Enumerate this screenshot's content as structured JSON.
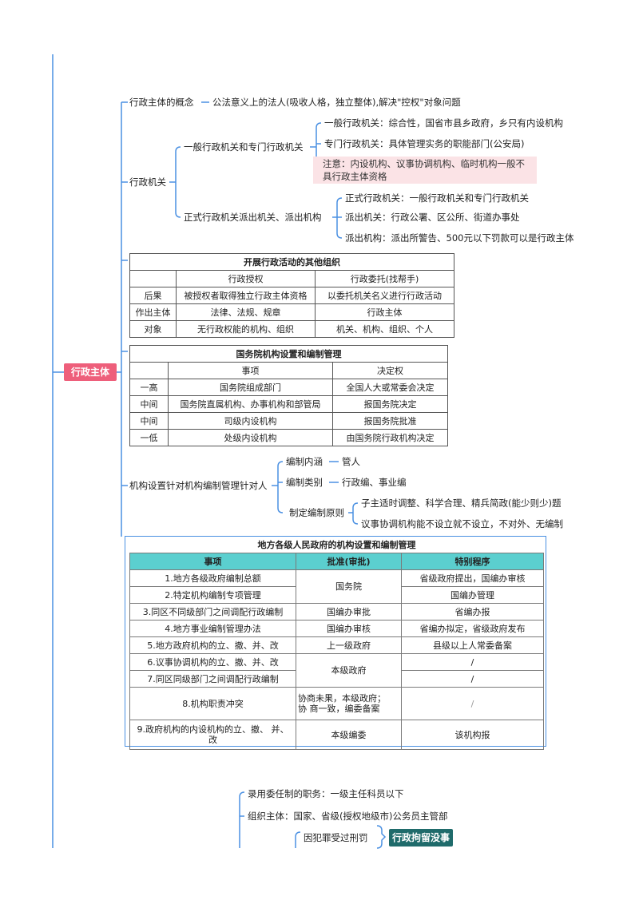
{
  "root": "行政主体",
  "branches": {
    "concept": {
      "label": "行政主体的概念",
      "child": "公法意义上的法人(吸收人格，独立整体),解决\"控权\"对象问题"
    },
    "organ": {
      "label": "行政机关",
      "general": {
        "label": "一般行政机关和专门行政机关",
        "items": [
          "一般行政机关：综合性，国省市县乡政府，乡只有内设机构",
          "专门行政机关：具体管理实务的职能部门(公安局)"
        ],
        "note_line1": "注意：内设机构、议事协调机构、临时机构一般不",
        "note_line2": "具行政主体资格"
      },
      "formal": {
        "label": "正式行政机关派出机关、派出机构",
        "items": [
          "正式行政机关：一般行政机关和专门行政机关",
          "派出机关：行政公署、区公所、街道办事处",
          "派出机构：派出所警告、500元以下罚款可以是行政主体"
        ]
      }
    },
    "staffing": {
      "label": "机构设置针对机构编制管理针对人",
      "content": {
        "label": "编制内涵",
        "value": "管人"
      },
      "category": {
        "label": "编制类别",
        "value": "行政编、事业编"
      },
      "principle": {
        "label": "制定编制原则",
        "items": [
          "子主适时调整、科学合理、精兵简政(能少则少)题",
          "议事协调机构能不设立就不设立，不对外、无编制"
        ]
      }
    }
  },
  "table1": {
    "title": "开展行政活动的其他组织",
    "headers": [
      "",
      "行政授权",
      "行政委托(找帮手)"
    ],
    "rows": [
      [
        "后果",
        "被授权者取得独立行政主体资格",
        "以委托机关名义进行行政活动"
      ],
      [
        "作出主体",
        "法律、法规、规章",
        "行政主体"
      ],
      [
        "对象",
        "无行政权能的机构、组织",
        "机关、机构、组织、个人"
      ]
    ]
  },
  "table2": {
    "title": "国务院机构设置和编制管理",
    "headers": [
      "",
      "事项",
      "决定权"
    ],
    "rows": [
      [
        "一高",
        "国务院组成部门",
        "全国人大或常委会决定"
      ],
      [
        "中间",
        "国务院直属机构、办事机构和部管局",
        "报国务院决定"
      ],
      [
        "中间",
        "司级内设机构",
        "报国务院批准"
      ],
      [
        "一低",
        "处级内设机构",
        "由国务院行政机构决定"
      ]
    ]
  },
  "table3": {
    "title": "地方各级人民政府的机构设置和编制管理",
    "headers": [
      "事项",
      "批准(审批)",
      "特别程序"
    ],
    "rows": [
      {
        "item": "1.地方各级政府编制总额",
        "approve": "国务院",
        "special": "省级政府提出，国编办审核"
      },
      {
        "item": "2.特定机构编制专项管理",
        "special": "国编办管理"
      },
      {
        "item": "3.同区不同级部门之间调配行政编制",
        "approve": "国编办审批",
        "special": "省编办报"
      },
      {
        "item": "4.地方事业编制管理办法",
        "approve": "国编办审核",
        "special": "省编办拟定，省级政府发布"
      },
      {
        "item": "5.地方政府机构的立、撤、并、改",
        "approve": "上一级政府",
        "special": "县级以上人常委备案"
      },
      {
        "item": "6.议事协调机构的立、撤、并、改",
        "approve": "本级政府",
        "special": "/"
      },
      {
        "item": "7.同区同级部门之间调配行政编制",
        "special": "/"
      },
      {
        "item": "8.机构职责冲突",
        "approve_line1": "协商未果，本级政府；",
        "approve_line2": "协 商一致，编委备案",
        "special": "/"
      },
      {
        "item_line1": "9.政府机构的内设机构的立、撤、 并、",
        "item_line2": "改",
        "approve": "本级编委",
        "special": "该机构报"
      }
    ]
  },
  "bottom": {
    "items": [
      "录用委任制的职务：一级主任科员以下",
      "组织主体：国家、省级(授权地级市)公务员主管部"
    ],
    "sub": "因犯罪受过刑罚",
    "tag": "行政拘留没事"
  },
  "colors": {
    "root": "#ee5f7b",
    "line": "#4a90e2",
    "note_bg": "#fbe3e6",
    "header_bg": "#5bcfcf",
    "tag": "#1f6b6b"
  }
}
